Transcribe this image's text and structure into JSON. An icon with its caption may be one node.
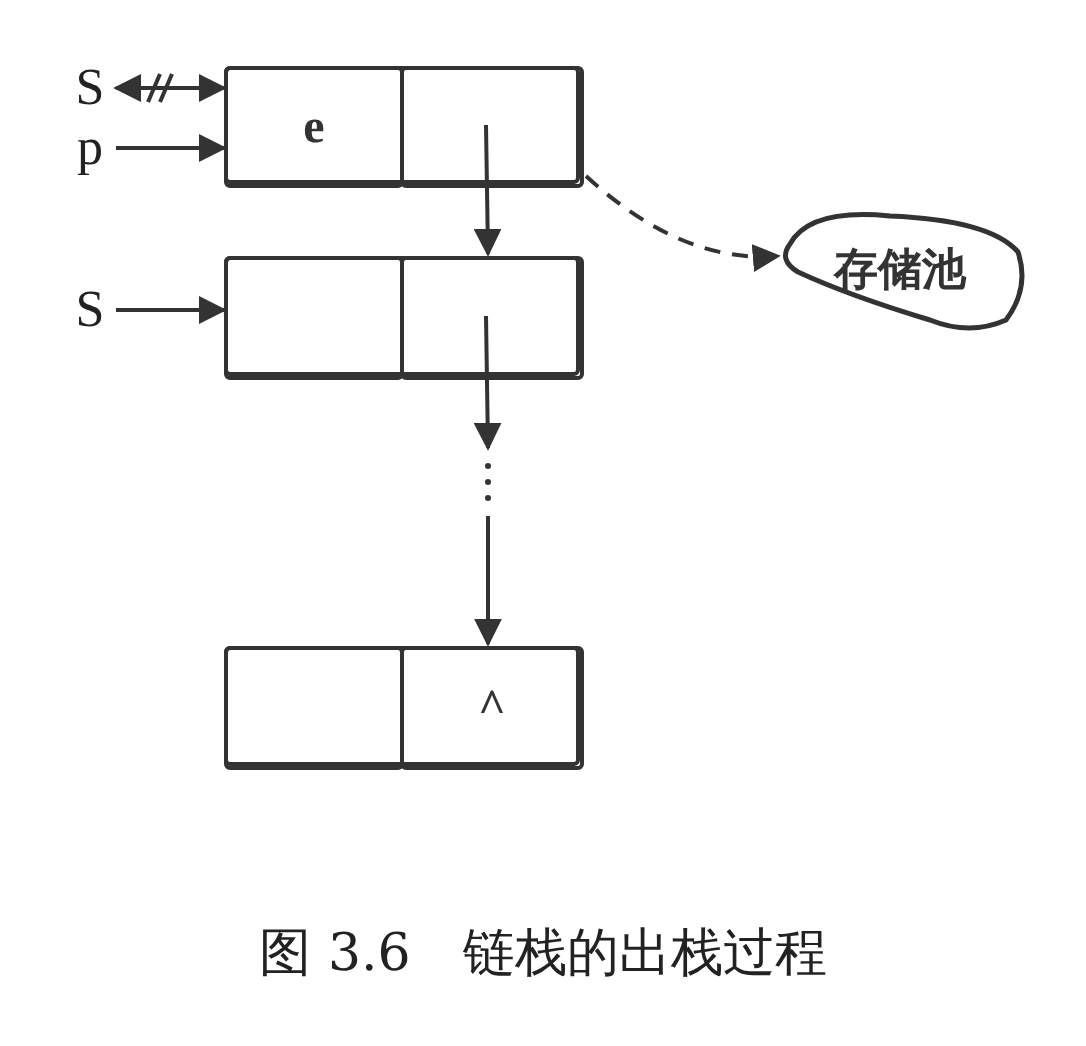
{
  "diagram": {
    "caption": "图 3.6　链栈的出栈过程",
    "nodes": [
      {
        "text": [
          "S"
        ]
      },
      {
        "text": [
          "p"
        ]
      },
      {
        "text": [],
        "shape": "box"
      },
      {
        "text": [
          "e"
        ],
        "in": 2
      },
      {
        "text": [],
        "shape": "box",
        "in": 2
      },
      {
        "text": [
          "S"
        ]
      },
      {
        "text": [],
        "shape": "box"
      },
      {
        "text": [],
        "shape": "box",
        "in": 6
      },
      {
        "text": [],
        "shape": "box",
        "in": 6
      },
      {
        "text": [],
        "shape": "box"
      },
      {
        "text": [],
        "shape": "box",
        "in": 9
      },
      {
        "text": [
          "^"
        ],
        "in": 9
      },
      {
        "text": [
          "存储池"
        ]
      }
    ],
    "edges": [
      {
        "from": 0,
        "to": 2,
        "arrow": "both"
      },
      {
        "from": 1,
        "to": 2,
        "arrow": "to"
      },
      {
        "from": 4,
        "to": 6,
        "arrow": "to"
      },
      {
        "from": 5,
        "to": 6,
        "arrow": "to"
      },
      {
        "from": 2,
        "to": 12,
        "arrow": "to",
        "style": "dashed"
      },
      {
        "from": 8,
        "to": null,
        "arrow": "to"
      },
      {
        "from": null,
        "to": 9,
        "arrow": "to"
      }
    ]
  }
}
